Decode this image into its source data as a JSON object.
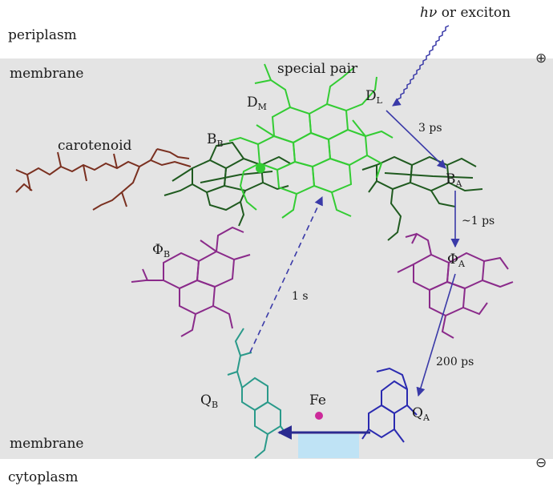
{
  "regions": {
    "top": "periplasm",
    "membrane_top": "membrane",
    "membrane_bottom": "membrane",
    "bottom": "cytoplasm"
  },
  "signs": {
    "plus": "⊕",
    "minus": "⊖"
  },
  "excitation": {
    "symbol": "hν",
    "text": " or exciton"
  },
  "labels": {
    "special_pair": "special pair",
    "carotenoid": "carotenoid",
    "DM": {
      "main": "D",
      "sub": "M"
    },
    "DL": {
      "main": "D",
      "sub": "L"
    },
    "BB": {
      "main": "B",
      "sub": "B"
    },
    "BA": {
      "main": "B",
      "sub": "A"
    },
    "PhiB": {
      "main": "Φ",
      "sub": "B"
    },
    "PhiA": {
      "main": "Φ",
      "sub": "A"
    },
    "QB": {
      "main": "Q",
      "sub": "B"
    },
    "QA": {
      "main": "Q",
      "sub": "A"
    },
    "Fe": "Fe"
  },
  "transfers": {
    "t1": "3 ps",
    "t2": "~1 ps",
    "t3": "200 ps",
    "t4": "1 s"
  },
  "colors": {
    "membrane": "#e4e4e4",
    "special_pair": "#33cc33",
    "bacteriochlorophyll": "#1f5a1f",
    "pheophytin": "#8a2a8a",
    "quinone_a": "#2a2ab0",
    "quinone_b": "#2a9a8a",
    "carotenoid": "#7a3020",
    "arrow": "#3a3aa8",
    "iron": "#cc2a9a",
    "box": "#bfe3f5"
  }
}
